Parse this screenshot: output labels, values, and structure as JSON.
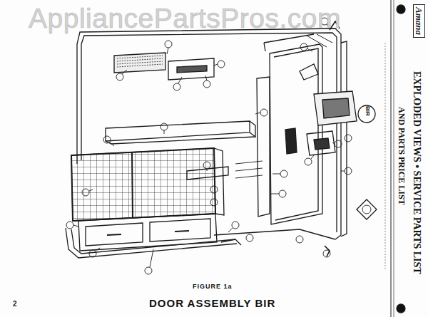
{
  "diagram": {
    "title": "DOOR ASSEMBLY BIR",
    "caption": "FIGURE 1a",
    "labels": [
      "AppliancePartsPros.com",
      "Amana",
      "EXPLODED VIEWS • SERVICE PARTS LIST",
      "AND PARTS PRICE LIST",
      "BIR",
      "2"
    ]
  }
}
